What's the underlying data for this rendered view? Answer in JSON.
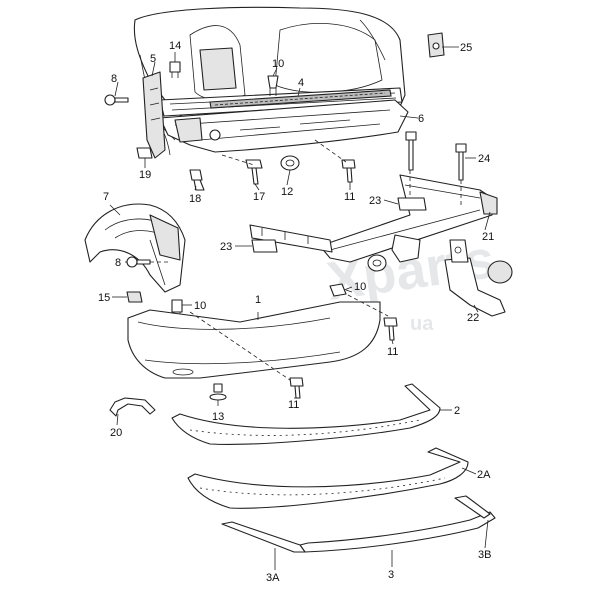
{
  "watermark": {
    "brand": "Xparts",
    "domain": "ua"
  },
  "callouts": {
    "c1": "1",
    "c2": "2",
    "c2a": "2A",
    "c3": "3",
    "c3a": "3A",
    "c3b": "3B",
    "c4": "4",
    "c5": "5",
    "c6": "6",
    "c7": "7",
    "c8_top": "8",
    "c8_mid": "8",
    "c10_top": "10",
    "c10_left": "10",
    "c10_right": "10",
    "c11_top": "11",
    "c11_right": "11",
    "c11_bottom": "11",
    "c12": "12",
    "c13": "13",
    "c14": "14",
    "c15": "15",
    "c17": "17",
    "c18": "18",
    "c19": "19",
    "c20": "20",
    "c21": "21",
    "c22": "22",
    "c23_top": "23",
    "c23_mid": "23",
    "c24": "24",
    "c25": "25"
  }
}
